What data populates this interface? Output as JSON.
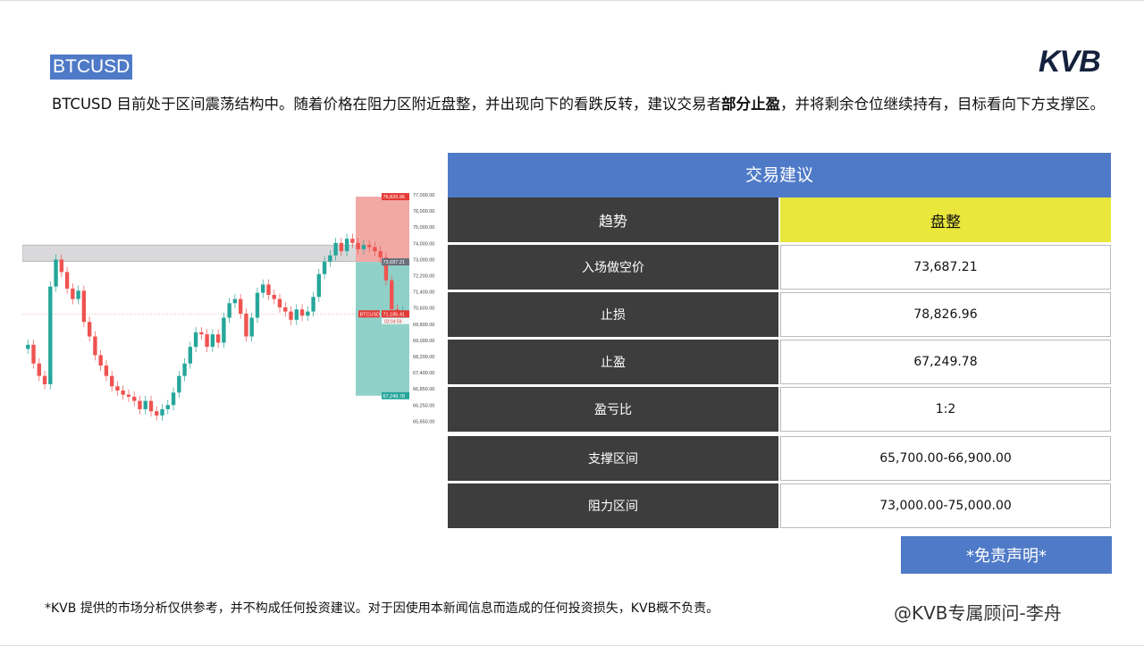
{
  "header": {
    "title": "BTCUSD",
    "logo": "KVB"
  },
  "description": {
    "part1": "BTCUSD 目前处于区间震荡结构中。随着价格在阻力区附近盘整，并出现向下的看跌反转，建议交易者",
    "bold": "部分止盈",
    "part2": "，并将剩余仓位继续持有，目标看向下方支撑区。"
  },
  "chart_data": {
    "type": "candlestick",
    "symbol": "BTCUSD",
    "y_ticks": [
      "77,000.00",
      "76,000.00",
      "75,000.00",
      "74,000.00",
      "73,000.00",
      "72,200.00",
      "71,400.00",
      "70,600.00",
      "69,800.00",
      "69,000.00",
      "68,200.00",
      "67,400.00",
      "66,850.00",
      "66,250.00",
      "65,650.00"
    ],
    "tags": {
      "stop": "76,826.96",
      "entry": "73,687.21",
      "current": "71,185.41",
      "timer": "02:04:59",
      "target": "67,249.78"
    },
    "colors": {
      "up": "#26a69a",
      "down": "#ef5350",
      "loss_zone": "#f2a9a6",
      "profit_zone": "#8fd1c8",
      "resistance_zone": "#d9d9dc"
    }
  },
  "table": {
    "title": "交易建议",
    "rows": [
      {
        "label": "趋势",
        "value": "盘整"
      },
      {
        "label": "入场做空价",
        "value": "73,687.21"
      },
      {
        "label": "止损",
        "value": "78,826.96"
      },
      {
        "label": "止盈",
        "value": "67,249.78"
      },
      {
        "label": "盈亏比",
        "value": "1:2"
      },
      {
        "label": "支撑区间",
        "value": "65,700.00-66,900.00"
      },
      {
        "label": "阻力区间",
        "value": "73,000.00-75,000.00"
      }
    ]
  },
  "disclaimer_button": "*免责声明*",
  "footer": "*KVB 提供的市场分析仅供参考，并不构成任何投资建议。对于因使用本新闻信息而造成的任何投资损失，KVB概不负责。",
  "watermark": "@KVB专属顾问-李舟"
}
